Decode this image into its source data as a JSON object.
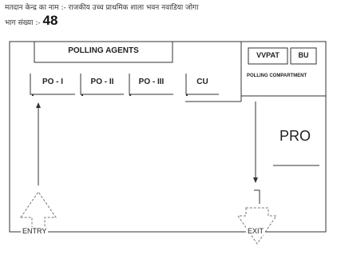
{
  "header": {
    "booth_name": "मतदान केन्द्र का नाम :- राजकीय उच्च प्राथमिक शाला भवन नवाडिया जोगा",
    "part_label": "भाग संख्या :-",
    "part_number": "48"
  },
  "labels": {
    "polling_agents": "POLLING AGENTS",
    "po1": "PO - I",
    "po2": "PO - II",
    "po3": "PO - III",
    "cu": "CU",
    "vvpat": "VVPAT",
    "bu": "BU",
    "polling_compartment": "POLLING COMPARTMENT",
    "pro": "PRO",
    "entry": "ENTRY",
    "exit": "EXIT"
  }
}
